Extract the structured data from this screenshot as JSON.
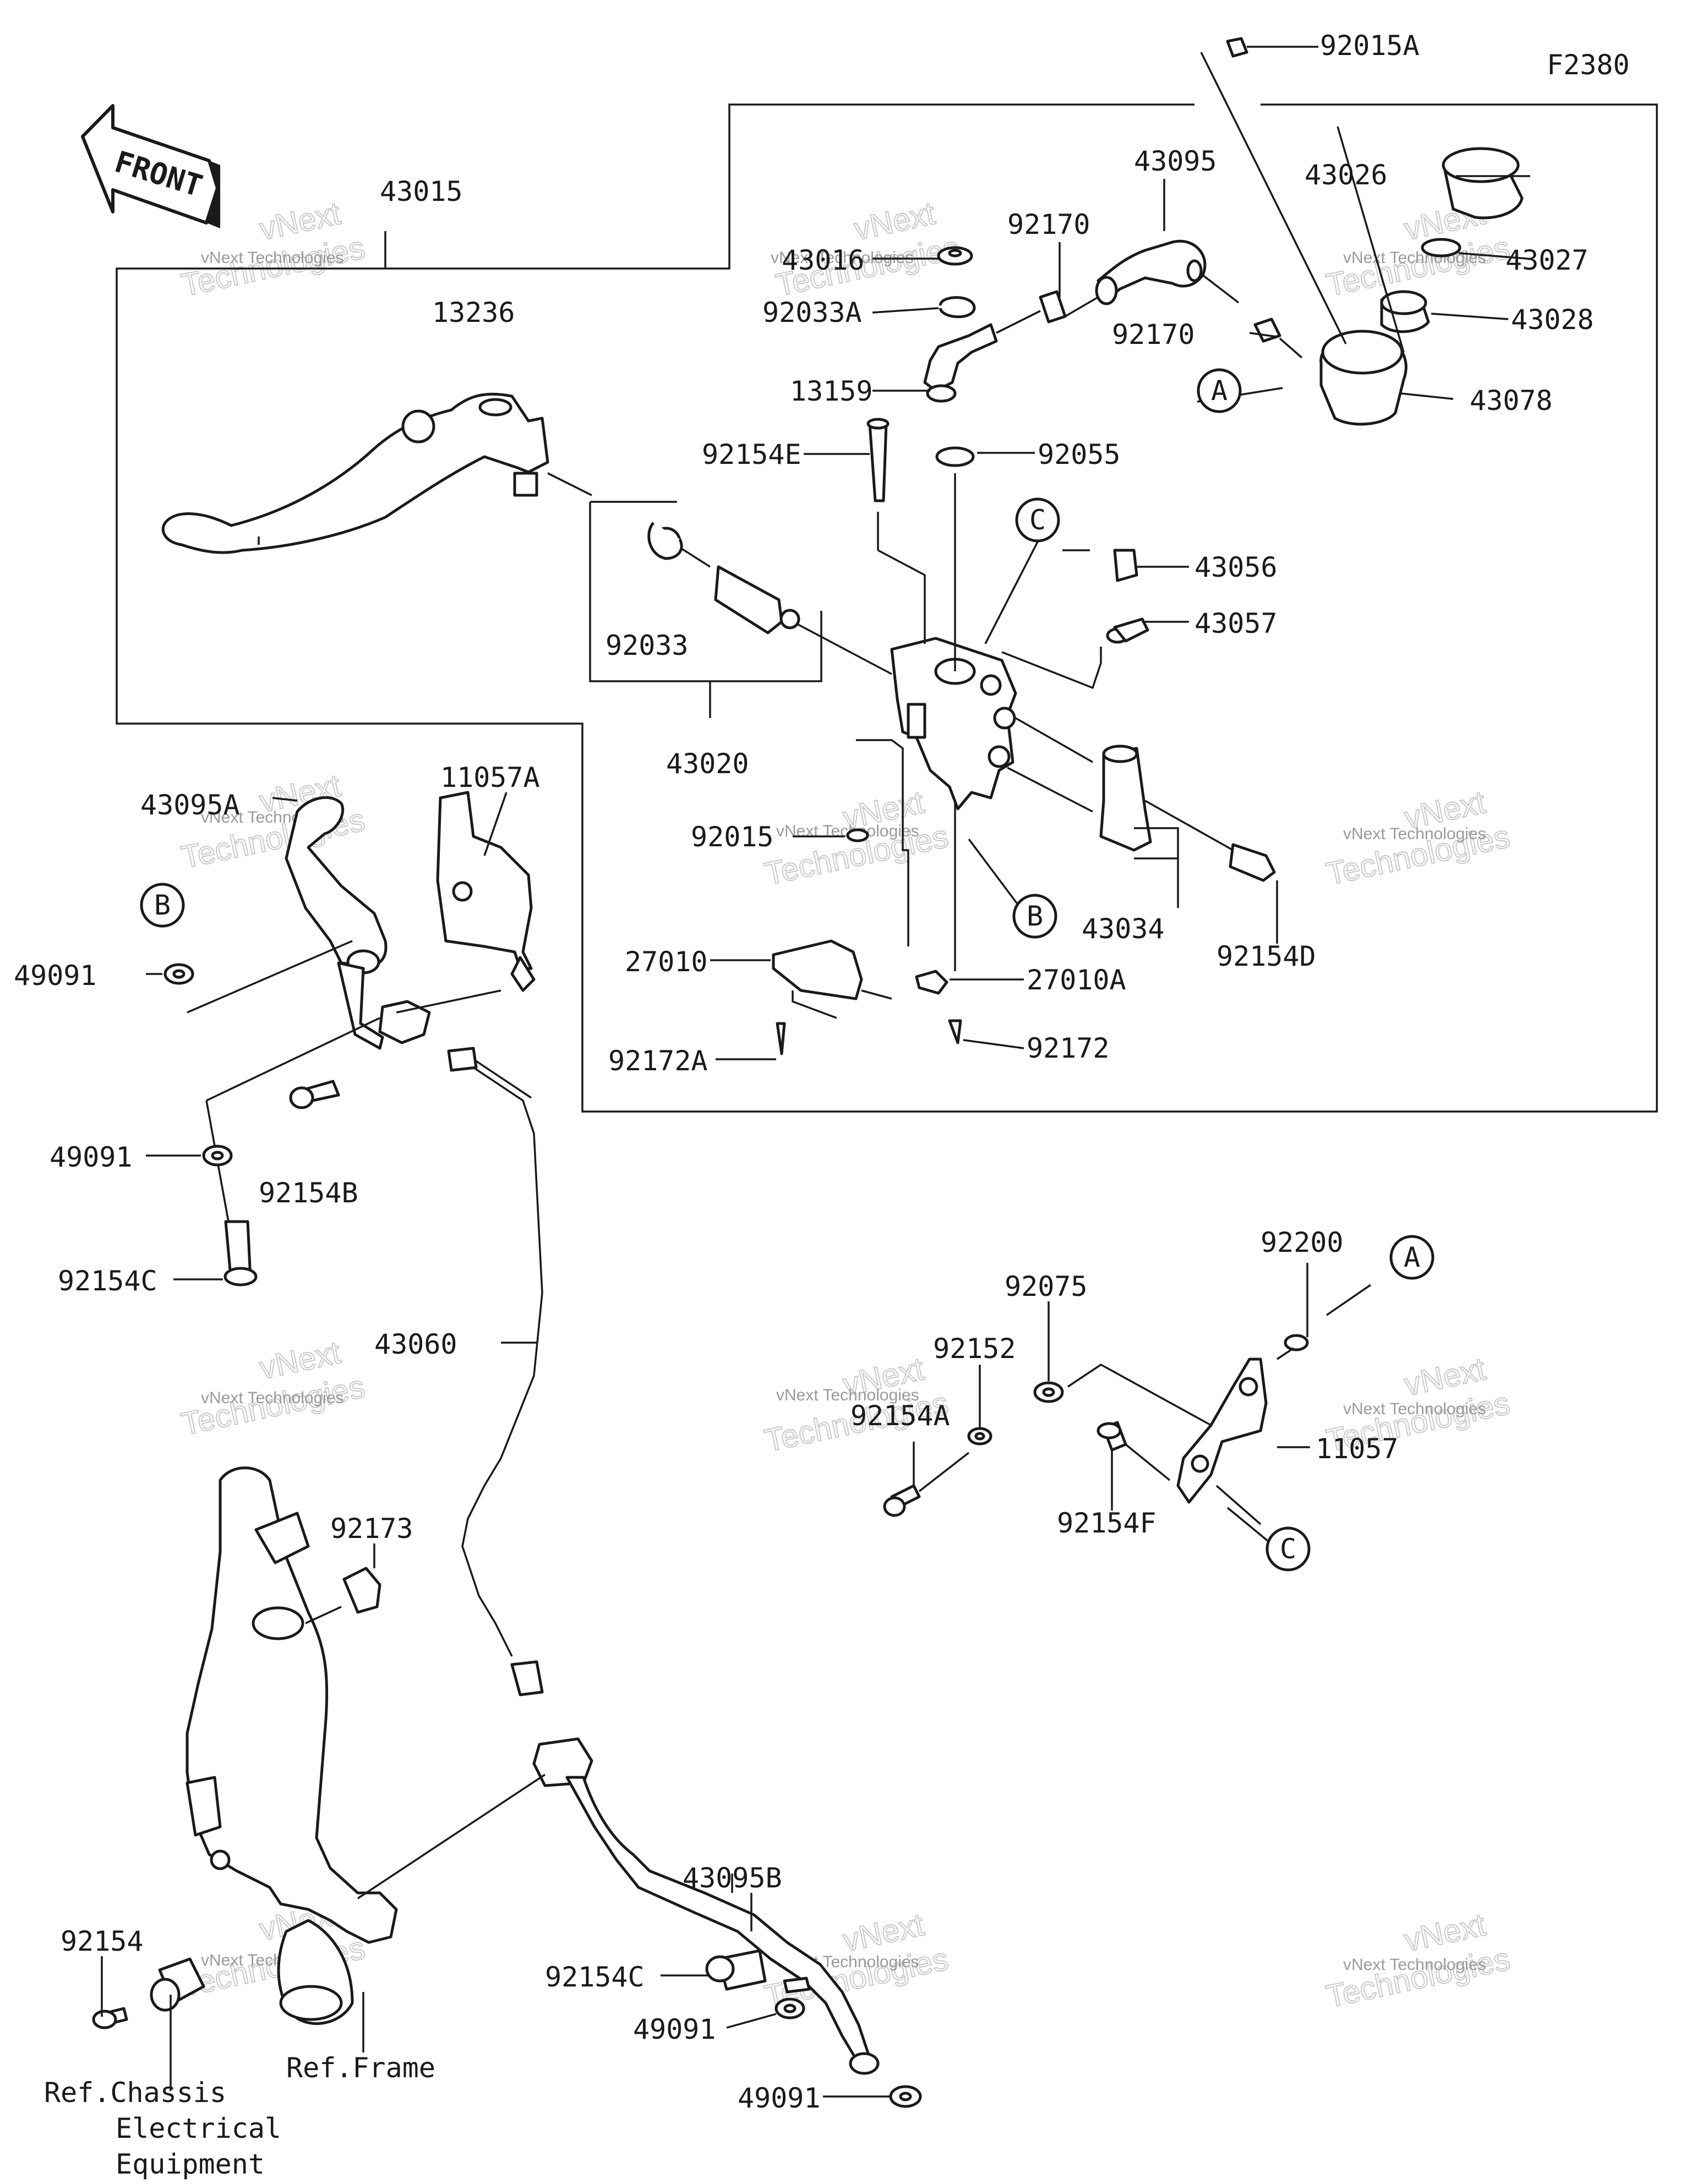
{
  "figure_code": "F2380",
  "front_arrow_text": "FRONT",
  "callouts": {
    "A": "A",
    "B": "B",
    "C": "C"
  },
  "part_labels": {
    "p92015A": "92015A",
    "p43015": "43015",
    "p43095": "43095",
    "p43026": "43026",
    "p43016": "43016",
    "p92170a": "92170",
    "p43027": "43027",
    "p92033A": "92033A",
    "p92170b": "92170",
    "p43028": "43028",
    "p13236": "13236",
    "p13159": "13159",
    "p43078": "43078",
    "p92154E": "92154E",
    "p92055": "92055",
    "p43056": "43056",
    "p43057": "43057",
    "p92033": "92033",
    "p43020": "43020",
    "p43095A": "43095A",
    "p11057A": "11057A",
    "p92015": "92015",
    "p43034": "43034",
    "p92154D": "92154D",
    "p49091a": "49091",
    "p27010": "27010",
    "p27010A": "27010A",
    "p92172A": "92172A",
    "p92172": "92172",
    "p49091b": "49091",
    "p92154B": "92154B",
    "p92154C": "92154C",
    "p92200": "92200",
    "p92075": "92075",
    "p43060": "43060",
    "p92152": "92152",
    "p92154A": "92154A",
    "p11057": "11057",
    "p92154F": "92154F",
    "p92173": "92173",
    "p43095B": "43095B",
    "p92154": "92154",
    "p92154Cb": "92154C",
    "p49091c": "49091",
    "p49091d": "49091"
  },
  "references": {
    "ref_frame": "Ref.Frame",
    "ref_chassis_1": "Ref.Chassis",
    "ref_chassis_2": "Electrical",
    "ref_chassis_3": "Equipment"
  },
  "watermark": {
    "small": "vNext Technologies",
    "big_1": "vNext",
    "big_2": "Technologies"
  }
}
